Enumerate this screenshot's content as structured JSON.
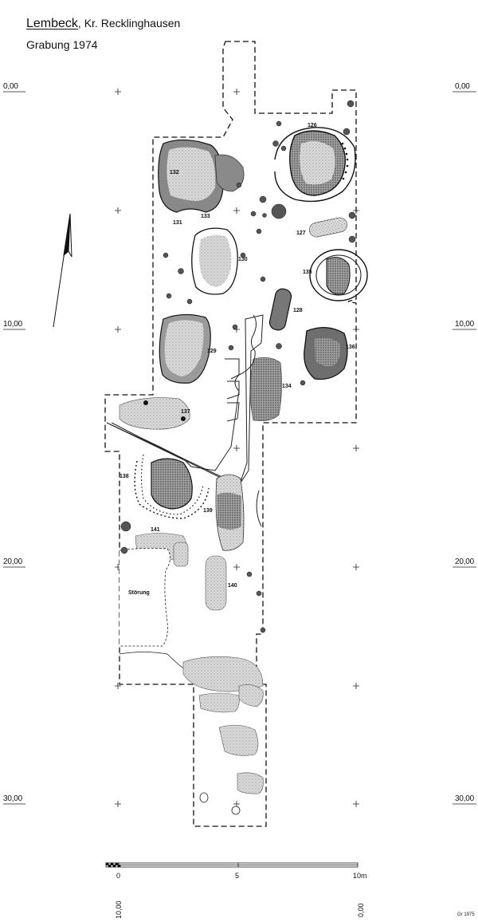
{
  "header": {
    "place": "Lembeck",
    "district": ", Kr. Recklinghausen",
    "subtitle": "Grabung 1974"
  },
  "grid": {
    "left_labels": [
      "0,00",
      "10,00",
      "20,00",
      "30,00"
    ],
    "right_labels": [
      "0,00",
      "10,00",
      "20,00",
      "30,00"
    ]
  },
  "features": {
    "f126": "126",
    "f127": "127",
    "f128": "128",
    "f129": "129",
    "f130": "130",
    "f131": "131",
    "f132": "132",
    "f133": "133",
    "f134": "134",
    "f135": "135",
    "f136": "136",
    "f137": "137",
    "f138": "138",
    "f139": "139",
    "f140": "140",
    "f141": "141",
    "stoerung": "Störung"
  },
  "scale_bar": {
    "zero": "0",
    "five": "5",
    "ten": "10m"
  },
  "edge_labels": {
    "bottom_left": "10,00",
    "bottom_right": "0,00"
  },
  "signature": "Gr 1975",
  "colors": {
    "ink": "#111111",
    "fill_light": "#d4d4d4",
    "fill_mid": "#a8a8a8",
    "fill_dark": "#5a5a5a"
  },
  "icons": {
    "north_arrow": "north-arrow-icon"
  }
}
